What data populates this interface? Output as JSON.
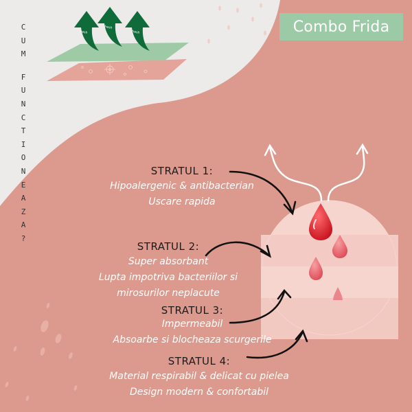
{
  "badge": {
    "label": "Combo Frida"
  },
  "question_letters": [
    "C",
    "U",
    "M",
    "",
    "F",
    "U",
    "N",
    "C",
    "T",
    "I",
    "O",
    "N",
    "E",
    "A",
    "Z",
    "A",
    "?"
  ],
  "illustration": {
    "arrow_label": "fresh"
  },
  "layers": [
    {
      "title": "STRATUL 1:",
      "lines": [
        "Hipoalergenic & antibacterian",
        "Uscare rapida"
      ]
    },
    {
      "title": "STRATUL 2:",
      "lines": [
        "Super absorbant",
        "Lupta impotriva bacteriilor si",
        "mirosurilor neplacute"
      ]
    },
    {
      "title": "STRATUL 3:",
      "lines": [
        "Impermeabil",
        "Absoarbe si blocheaza scurgerile"
      ]
    },
    {
      "title": "STRATUL 4:",
      "lines": [
        "Material respirabil & delicat cu pielea",
        "Design modern  & confortabil"
      ]
    }
  ],
  "colors": {
    "background": "#dc9a8e",
    "curve": "#ecebea",
    "badge": "#9cc9a6",
    "drop": "#d42430"
  }
}
